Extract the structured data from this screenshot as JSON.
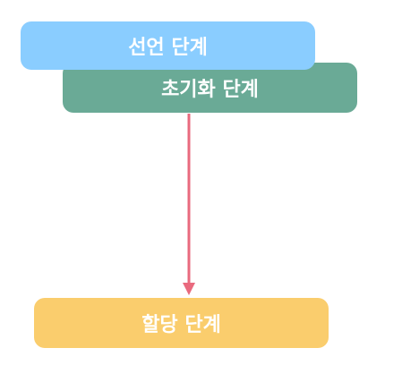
{
  "stages": {
    "declare": {
      "label": "선언 단계",
      "color": "#8ACDFF"
    },
    "init": {
      "label": "초기화 단계",
      "color": "#6AAA96"
    },
    "alloc": {
      "label": "할당 단계",
      "color": "#FACD6D"
    }
  },
  "arrow": {
    "color": "#E96A7E"
  }
}
